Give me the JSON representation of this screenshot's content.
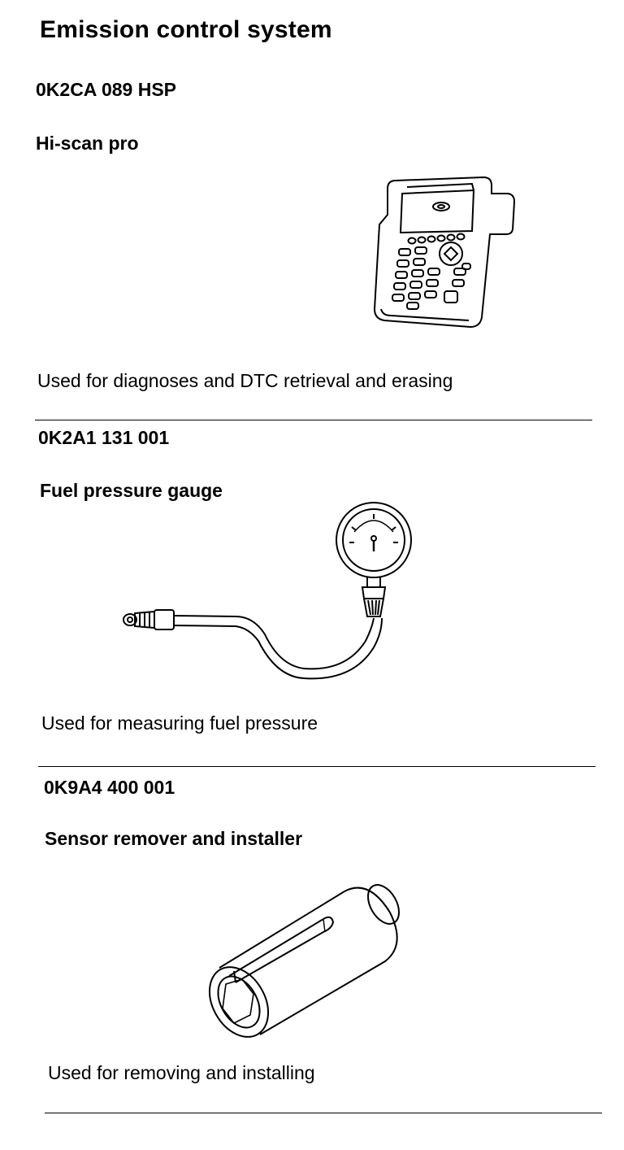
{
  "page": {
    "title": "Emission control system"
  },
  "tools": [
    {
      "part_number": "0K2CA 089 HSP",
      "name": "Hi-scan pro",
      "description": "Used for diagnoses and DTC retrieval and erasing",
      "icon": "scan-tool-icon"
    },
    {
      "part_number": "0K2A1 131 001",
      "name": "Fuel pressure gauge",
      "description": "Used for measuring fuel pressure",
      "icon": "pressure-gauge-icon"
    },
    {
      "part_number": "0K9A4 400 001",
      "name": "Sensor remover and installer",
      "description": "Used for removing and installing",
      "icon": "sensor-socket-icon"
    }
  ]
}
